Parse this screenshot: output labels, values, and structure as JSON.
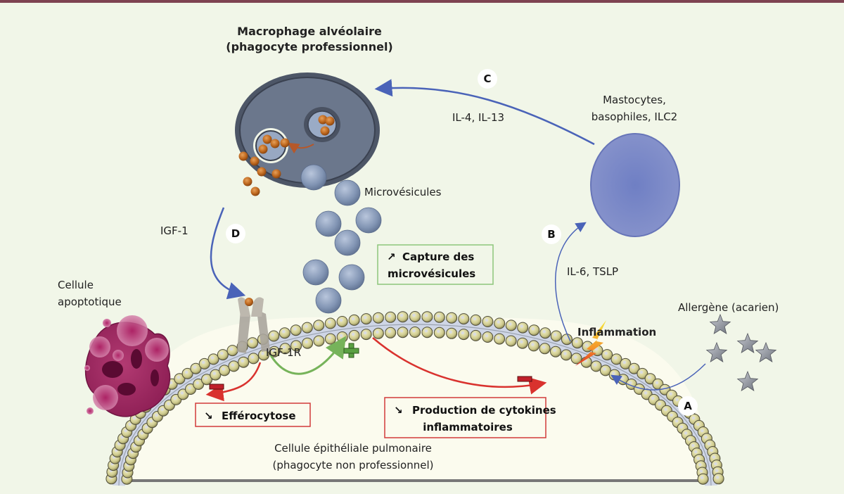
{
  "title": {
    "macrophage_line1": "Macrophage alvéolaire",
    "macrophage_line2": "(phagocyte professionnel)"
  },
  "labels": {
    "mast_line1": "Mastocytes,",
    "mast_line2": "basophiles, ILC2",
    "il4_il13": "IL-4, IL-13",
    "microvesicles": "Microvésicules",
    "igf1": "IGF-1",
    "igf1r": "IGF-1R",
    "apoptotic_line1": "Cellule",
    "apoptotic_line2": "apoptotique",
    "il6_tslp": "IL-6, TSLP",
    "allergen": "Allergène (acarien)",
    "inflammation": "Inflammation",
    "epithelial_line1": "Cellule épithéliale pulmonaire",
    "epithelial_line2": "(phagocyte non professionnel)"
  },
  "steps": {
    "a": "A",
    "b": "B",
    "c": "C",
    "d": "D"
  },
  "boxes": {
    "capture": {
      "arrow": "↗",
      "line1": "Capture des",
      "line2": "microvésicules",
      "color": "#8dc57b"
    },
    "efferocytose": {
      "arrow": "↘",
      "line1": "Efférocytose",
      "color": "#d23a3a"
    },
    "cytokines": {
      "arrow": "↘",
      "line1": "Production de cytokines",
      "line2": "inflammatoires",
      "color": "#d23a3a"
    }
  },
  "signs": {
    "plus": "+",
    "minus": "−"
  },
  "colors": {
    "top_bar": "#7e4351",
    "background": "#f1f6e8",
    "pathway_blue": "#4a63b8",
    "inhibit_red": "#d9322e",
    "activate_green": "#76b35a",
    "macrophage": "#5f6b80",
    "mast_cell": "#7683c4",
    "apoptotic": "#a62a64",
    "cell_interior": "#fbfbee"
  }
}
